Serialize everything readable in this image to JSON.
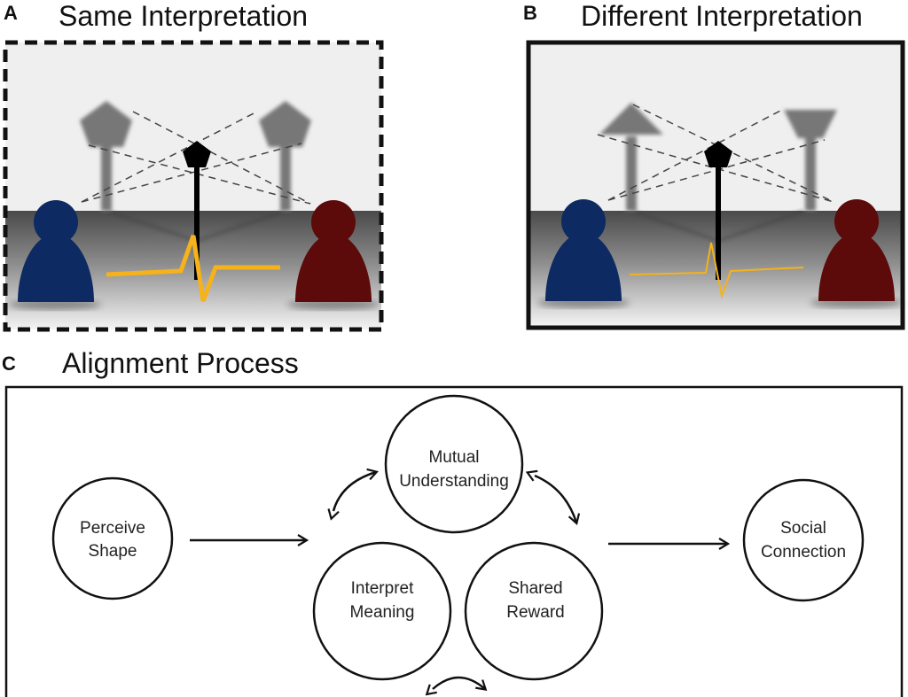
{
  "panel_a": {
    "letter": "A",
    "title": "Same Interpretation",
    "border_style": "dashed",
    "left_shape": "pentagon",
    "right_shape": "pentagon",
    "center_shape": "pentagon",
    "signal": "strong"
  },
  "panel_b": {
    "letter": "B",
    "title": "Different Interpretation",
    "border_style": "solid",
    "left_shape": "arrow-up",
    "right_shape": "trapezoid",
    "center_shape": "pentagon",
    "signal": "weak"
  },
  "panel_c": {
    "letter": "C",
    "title": "Alignment Process",
    "nodes": {
      "perceive": [
        "Perceive",
        "Shape"
      ],
      "mutual": [
        "Mutual",
        "Understanding"
      ],
      "interpret": [
        "Interpret",
        "Meaning"
      ],
      "shared": [
        "Shared",
        "Reward"
      ],
      "social": [
        "Social",
        "Connection"
      ]
    }
  },
  "colors": {
    "person_left": "#0d2a63",
    "person_right": "#5c0a0a",
    "signal": "#f5b21a",
    "wall": "#efefef",
    "ghost_shape": "#7a7a7a"
  }
}
